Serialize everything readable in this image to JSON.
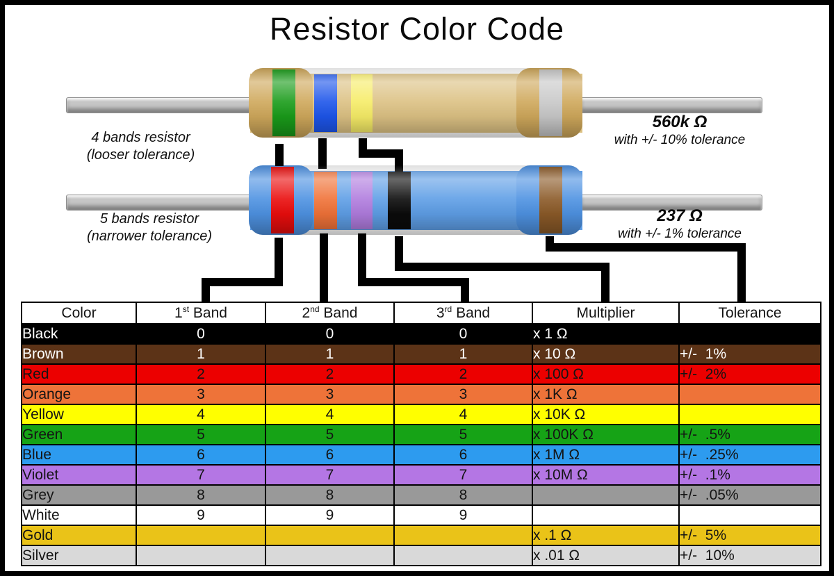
{
  "page": {
    "title": "Resistor Color Code",
    "background": "#ffffff",
    "frame_color": "#000000",
    "pointer_color": "#000000"
  },
  "resistors": {
    "lead_color": "#c6c6c6",
    "four_band": {
      "label_line1": "4 bands resistor",
      "label_line2": "(looser tolerance)",
      "value": "560k Ω",
      "value_note": "with +/- 10% tolerance",
      "body_color": "#dcc183",
      "cap_color": "#cfa85b",
      "bands": [
        {
          "name": "green",
          "color": "#1a9c1a"
        },
        {
          "name": "blue",
          "color": "#1d55ea"
        },
        {
          "name": "yellow",
          "color": "#f6ec67"
        },
        {
          "name": "silver",
          "color": "#c8c8c8"
        }
      ]
    },
    "five_band": {
      "label_line1": "5 bands resistor",
      "label_line2": "(narrower tolerance)",
      "value": "237 Ω",
      "value_note": "with +/- 1% tolerance",
      "body_color": "#5e9ee6",
      "cap_color": "#4e92e2",
      "bands": [
        {
          "name": "red",
          "color": "#ea0d0d"
        },
        {
          "name": "orange",
          "color": "#f07238"
        },
        {
          "name": "violet",
          "color": "#b07cde"
        },
        {
          "name": "black",
          "color": "#0b0b0b"
        },
        {
          "name": "brown",
          "color": "#8b5a28"
        }
      ]
    }
  },
  "table": {
    "headers": [
      {
        "pre": "Color"
      },
      {
        "pre": "1",
        "sup": "st",
        "post": " Band"
      },
      {
        "pre": "2",
        "sup": "nd",
        "post": " Band"
      },
      {
        "pre": "3",
        "sup": "rd",
        "post": " Band"
      },
      {
        "pre": "Multiplier"
      },
      {
        "pre": "Tolerance"
      }
    ],
    "rows": [
      {
        "color": "Black",
        "b1": "0",
        "b2": "0",
        "b3": "0",
        "multiplier": "x 1 Ω",
        "tolerance": "",
        "bg": "#000000",
        "fg": "#ffffff"
      },
      {
        "color": "Brown",
        "b1": "1",
        "b2": "1",
        "b3": "1",
        "multiplier": "x 10 Ω",
        "tolerance": "+/-  1%",
        "bg": "#5c3317",
        "fg": "#ffffff"
      },
      {
        "color": "Red",
        "b1": "2",
        "b2": "2",
        "b3": "2",
        "multiplier": "x 100 Ω",
        "tolerance": "+/-  2%",
        "bg": "#ec0000",
        "fg": "#141414"
      },
      {
        "color": "Orange",
        "b1": "3",
        "b2": "3",
        "b3": "3",
        "multiplier": "x 1K Ω",
        "tolerance": "",
        "bg": "#ee7339",
        "fg": "#141414"
      },
      {
        "color": "Yellow",
        "b1": "4",
        "b2": "4",
        "b3": "4",
        "multiplier": "x 10K Ω",
        "tolerance": "",
        "bg": "#ffff00",
        "fg": "#141414"
      },
      {
        "color": "Green",
        "b1": "5",
        "b2": "5",
        "b3": "5",
        "multiplier": "x 100K Ω",
        "tolerance": "+/-  .5%",
        "bg": "#16a316",
        "fg": "#141414"
      },
      {
        "color": "Blue",
        "b1": "6",
        "b2": "6",
        "b3": "6",
        "multiplier": "x 1M Ω",
        "tolerance": "+/-  .25%",
        "bg": "#2d9bef",
        "fg": "#141414"
      },
      {
        "color": "Violet",
        "b1": "7",
        "b2": "7",
        "b3": "7",
        "multiplier": "x 10M Ω",
        "tolerance": "+/-  .1%",
        "bg": "#b476e4",
        "fg": "#141414"
      },
      {
        "color": "Grey",
        "b1": "8",
        "b2": "8",
        "b3": "8",
        "multiplier": "",
        "tolerance": "+/-  .05%",
        "bg": "#999999",
        "fg": "#141414"
      },
      {
        "color": "White",
        "b1": "9",
        "b2": "9",
        "b3": "9",
        "multiplier": "",
        "tolerance": "",
        "bg": "#ffffff",
        "fg": "#141414"
      },
      {
        "color": "Gold",
        "b1": "",
        "b2": "",
        "b3": "",
        "multiplier": "x .1 Ω",
        "tolerance": "+/-  5%",
        "bg": "#eac318",
        "fg": "#141414"
      },
      {
        "color": "Silver",
        "b1": "",
        "b2": "",
        "b3": "",
        "multiplier": "x .01 Ω",
        "tolerance": "+/-  10%",
        "bg": "#d9d9d9",
        "fg": "#141414"
      }
    ]
  }
}
